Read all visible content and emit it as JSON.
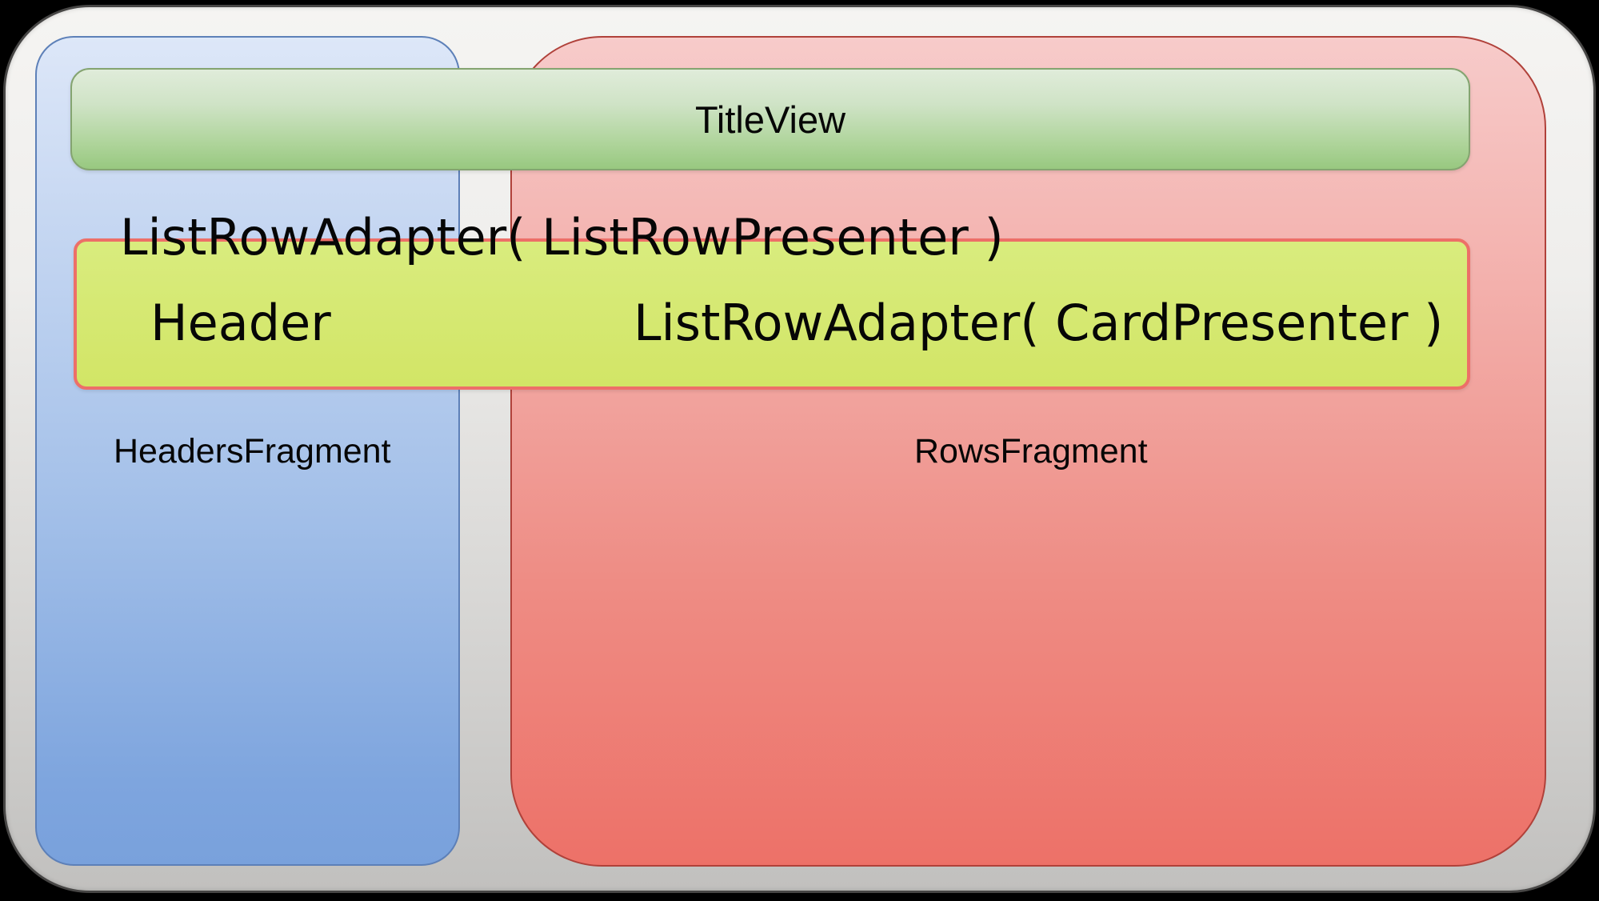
{
  "diagram": {
    "title_view_label": "TitleView",
    "list_row_adapter_presenter_text": "ListRowAdapter( ListRowPresenter )",
    "header_cell_label": "Header",
    "list_row_adapter_card_text": "ListRowAdapter( CardPresenter )",
    "headers_fragment_label": "HeadersFragment",
    "rows_fragment_label": "RowsFragment",
    "colors": {
      "headers_fragment_fill_top": "#dce6f8",
      "headers_fragment_fill_bottom": "#79a1dc",
      "headers_fragment_border": "#5d80b8",
      "rows_fragment_fill_top": "#f7cbca",
      "rows_fragment_fill_bottom": "#ed7168",
      "rows_fragment_border": "#b0413a",
      "title_view_fill_top": "#e0ecda",
      "title_view_fill_bottom": "#98c880",
      "title_view_border": "#84a470",
      "adapter_bar_fill": "#d5e972",
      "adapter_bar_border": "#ed6f68",
      "frame_fill_top": "#f5f4f2",
      "frame_fill_bottom": "#c1c0be",
      "frame_border": "#474645",
      "canvas_background": "#000000",
      "text": "#060606"
    }
  }
}
